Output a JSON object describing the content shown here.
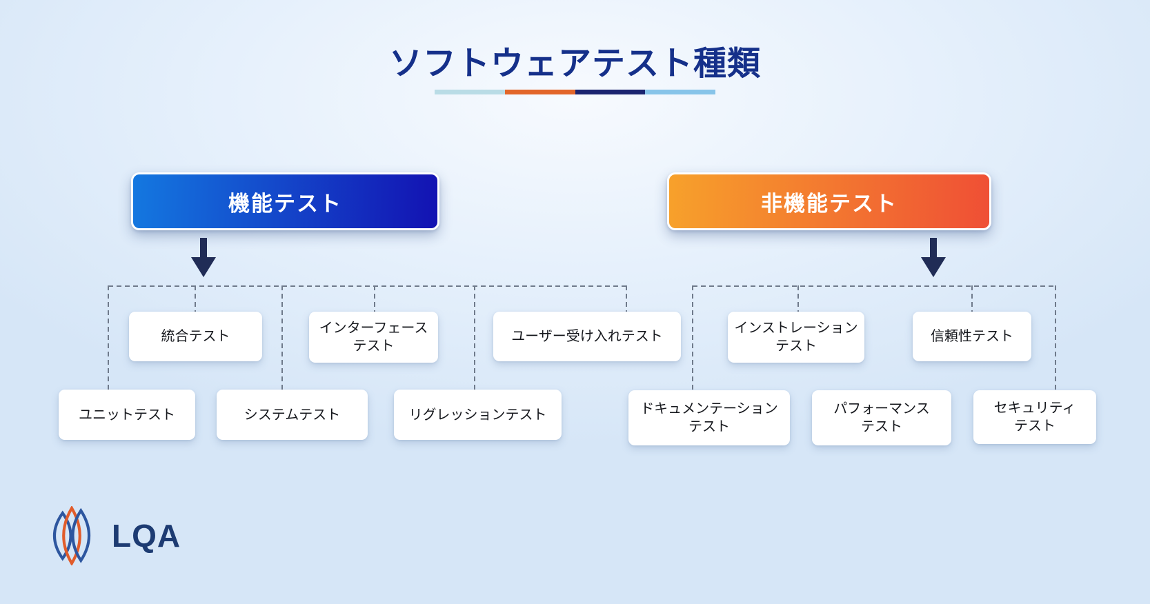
{
  "title": "ソフトウェアテスト種類",
  "tree": {
    "functional": {
      "label": "機能テスト",
      "children": [
        "統合テスト",
        "インターフェース\nテスト",
        "ユーザー受け入れテスト",
        "ユニットテスト",
        "システムテスト",
        "リグレッションテスト"
      ]
    },
    "non_functional": {
      "label": "非機能テスト",
      "children": [
        "インストレーション\nテスト",
        "信頼性テスト",
        "ドキュメンテーション\nテスト",
        "パフォーマンス\nテスト",
        "セキュリティ\nテスト"
      ]
    }
  },
  "logo": {
    "text": "LQA"
  },
  "colors": {
    "title": "#15308a",
    "divider": [
      "#b9dce6",
      "#e2662a",
      "#1b2470",
      "#87c4e9"
    ],
    "functional_gradient": [
      "#1478e0",
      "#1312b2"
    ],
    "non_functional_gradient": [
      "#f7a12b",
      "#ef4f35"
    ],
    "arrow": "#202c56",
    "connector": "#6f7a8b",
    "box_background": "#ffffff",
    "box_text": "#16181d",
    "logo_blue": "#2d569f",
    "logo_orange": "#e15c2b",
    "logo_text": "#1d3b72"
  }
}
